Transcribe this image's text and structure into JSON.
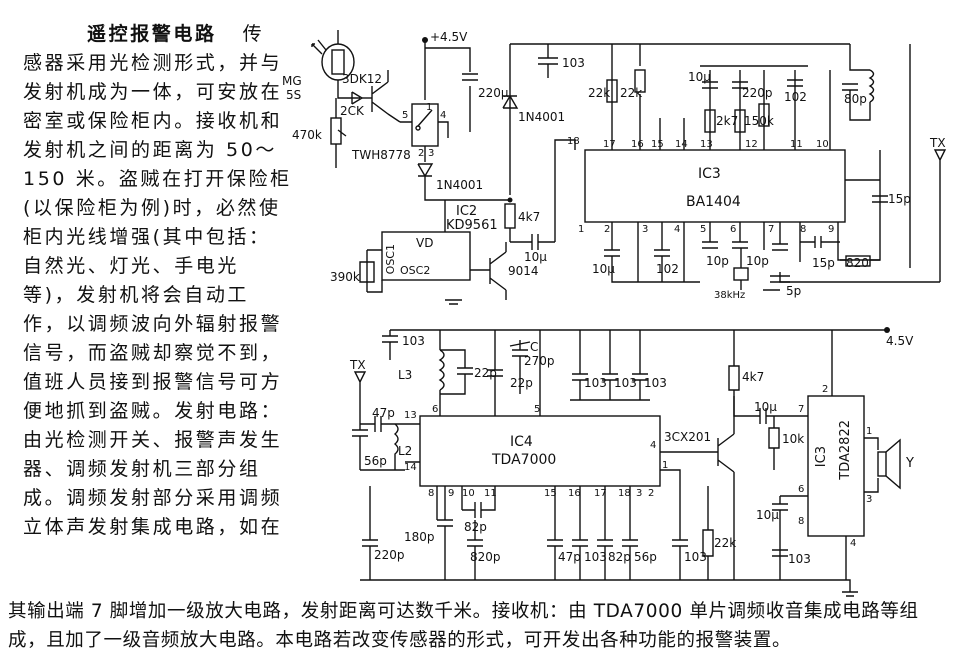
{
  "text": {
    "title": "遥控报警电路",
    "side_lines": [
      "传",
      "感器采用光检测形式，并与",
      "发射机成为一体，可安放在",
      "密室或保险柜内。接收机和",
      "发射机之间的距离为 50～",
      "150 米。盗贼在打开保险柜",
      "(以保险柜为例)时，必然使",
      "柜内光线增强(其中包括：",
      "自然光、灯光、手电光",
      "等)，发射机将会自动工",
      "作，以调频波向外辐射报警",
      "信号，而盗贼却察觉不到，",
      "值班人员接到报警信号可方",
      "便地抓到盗贼。发射电路：",
      "由光检测开关、报警声发生",
      "器、调频发射机三部分组",
      "成。调频发射部分采用调频",
      "立体声发射集成电路，如在"
    ],
    "bottom_lines": [
      "其输出端 7 脚增加一级放大电路，发射距离可达数千米。接收机：由 TDA7000 单片调频收音集成电路等组",
      "成，且加了一级音频放大电路。本电路若改变传感器的形式，可开发出各种功能的报警装置。"
    ]
  },
  "transmitter": {
    "supply": "+4.5V",
    "photo_cell": "MG",
    "photo_sub": "5S",
    "transistor_top": "3DK12",
    "diode_2ck": "2CK",
    "pot": "470k",
    "relay": "TWH8778",
    "relay_pins": [
      "5",
      "4",
      "1",
      "2",
      "3"
    ],
    "cap_220u": "220μ",
    "diode_1": "1N4001",
    "diode_2": "1N4001",
    "cap_103_top": "103",
    "ic2_name": "IC2",
    "ic2_part": "KD9561",
    "ic2_vd": "VD",
    "ic2_osc1": "OSC1",
    "ic2_osc2": "OSC2",
    "r_390k": "390k",
    "r_4k7": "4k7",
    "cap_10u_in": "10μ",
    "q_9014": "9014",
    "ic3_name": "IC3",
    "ic3_part": "BA1404",
    "ic3_pins_top": [
      "18",
      "17",
      "16",
      "15",
      "14",
      "13",
      "12",
      "11",
      "10"
    ],
    "ic3_pins_bottom": [
      "1",
      "2",
      "3",
      "4",
      "5",
      "6",
      "7",
      "8",
      "9"
    ],
    "r_22k_a": "22k",
    "r_22k_b": "22k",
    "cap_10u_top": "10μ",
    "r_2k7": "2k7",
    "cap_220p": "220p",
    "r_150k": "150k",
    "cap_102_top": "102",
    "cap_80p": "80p",
    "cap_15p_side": "15p",
    "cap_10u_bot": "10μ",
    "cap_102_bot": "102",
    "cap_10p_a": "10p",
    "cap_10p_b": "10p",
    "crystal": "38kHz",
    "cap_15p_bot": "15p",
    "r_820": "820",
    "cap_5p": "5p",
    "antenna": "TX"
  },
  "receiver": {
    "supply": "4.5V",
    "antenna": "TX",
    "cap_103": "103",
    "l3": "L3",
    "cap_22p_a": "22p",
    "cap_22p_b": "22p",
    "cap_270p": "270p",
    "cap_c": "C",
    "cap_103_a": "103",
    "cap_103_b": "103",
    "cap_103_c": "103",
    "cap_47p": "47p",
    "l2": "L2",
    "cap_56p": "56p",
    "ic4_name": "IC4",
    "ic4_part": "TDA7000",
    "ic4_pins_top": [
      "6",
      "5",
      "4"
    ],
    "ic4_pins_left": [
      "13",
      "14"
    ],
    "ic4_pins_bottom": [
      "8",
      "9",
      "10",
      "11",
      "15",
      "16",
      "17",
      "18",
      "3",
      "2",
      "1"
    ],
    "cap_220p": "220p",
    "cap_180p": "180p",
    "cap_82p_a": "82p",
    "cap_820p": "820p",
    "cap_47p_b": "47p",
    "cap_103_d": "103",
    "cap_82p_b": "82p",
    "cap_56p_b": "56p",
    "cap_103_e": "103",
    "r_22k": "22k",
    "r_4k7": "4k7",
    "q": "3CX201",
    "cap_10u_a": "10μ",
    "r_10k": "10k",
    "cap_10u_b": "10μ",
    "cap_103_f": "103",
    "ic3_name": "IC3",
    "ic3_part": "TDA2822",
    "ic3_pins": [
      "2",
      "7",
      "6",
      "1",
      "3",
      "8",
      "4"
    ],
    "speaker": "Y"
  }
}
